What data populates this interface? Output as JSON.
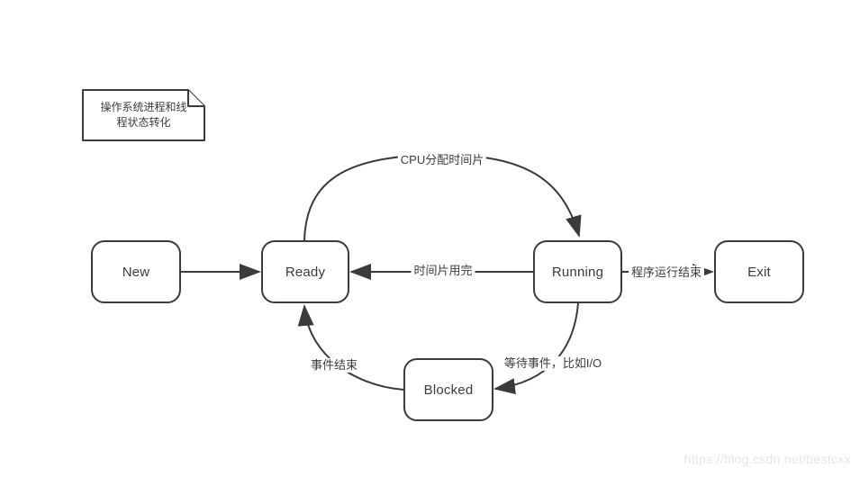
{
  "diagram": {
    "title_note": {
      "text": "操作系统进程和线程状态转化"
    },
    "states": [
      {
        "id": "new",
        "label": "New"
      },
      {
        "id": "ready",
        "label": "Ready"
      },
      {
        "id": "running",
        "label": "Running"
      },
      {
        "id": "exit",
        "label": "Exit"
      },
      {
        "id": "blocked",
        "label": "Blocked"
      }
    ],
    "transitions": [
      {
        "from": "New",
        "to": "Ready",
        "label": ""
      },
      {
        "from": "Ready",
        "to": "Running",
        "label": "CPU分配时间片"
      },
      {
        "from": "Running",
        "to": "Ready",
        "label": "时间片用完"
      },
      {
        "from": "Running",
        "to": "Exit",
        "label": "程序运行结束"
      },
      {
        "from": "Running",
        "to": "Blocked",
        "label": "等待事件，比如I/O"
      },
      {
        "from": "Blocked",
        "to": "Ready",
        "label": "事件结束"
      }
    ],
    "colors": {
      "stroke": "#3b3b3b",
      "text": "#3b3b3b",
      "background": "#ffffff",
      "watermark": "#e7e7e7"
    }
  },
  "watermark": {
    "text": "https://blog.csdn.net/bestcxx"
  }
}
